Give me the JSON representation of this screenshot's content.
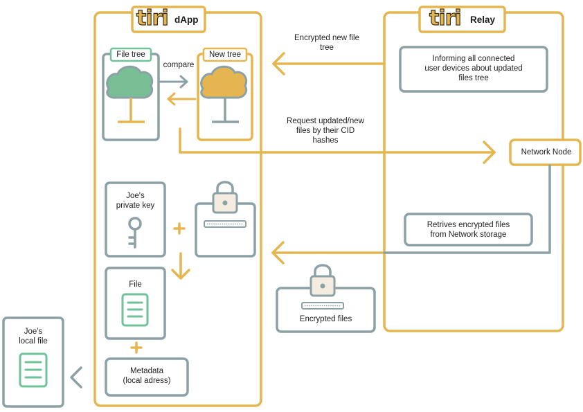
{
  "colors": {
    "gold": "#e5b64f",
    "slate": "#8ba1a6",
    "green": "#6fc29a",
    "green_fill": "#79bf95",
    "text": "#1e1e1e"
  },
  "dapp": {
    "logo": "tiri",
    "title": "dApp"
  },
  "relay": {
    "logo": "tiri",
    "title": "Relay"
  },
  "file_tree": {
    "label": "File tree",
    "icon": "tree-icon"
  },
  "new_tree": {
    "label": "New tree",
    "icon": "tree-icon"
  },
  "compare_label": "compare",
  "arrows": {
    "encrypted_tree_line1": "Encrypted new file",
    "encrypted_tree_line2": "tree",
    "request_line1": "Request updated/new",
    "request_line2": "files by their CID",
    "request_line3": "hashes"
  },
  "relay_inform": {
    "line1": "Informing all connected",
    "line2": "user devices about updated",
    "line3": "files tree"
  },
  "network_node": "Network Node",
  "retrieve": {
    "line1": "Retrives encrypted files",
    "line2": "from Network storage"
  },
  "private_key": {
    "line1": "Joe's",
    "line2": "private key",
    "icon": "key-icon"
  },
  "locked_file": {
    "icon": "lock-icon"
  },
  "file_box": {
    "label": "File",
    "icon": "document-icon"
  },
  "metadata": {
    "line1": "Metadata",
    "line2": "(local adress)"
  },
  "encrypted_files": {
    "label": "Encrypted files",
    "icon": "lock-icon"
  },
  "local_file": {
    "line1": "Joe's",
    "line2": "local file",
    "icon": "document-icon"
  }
}
